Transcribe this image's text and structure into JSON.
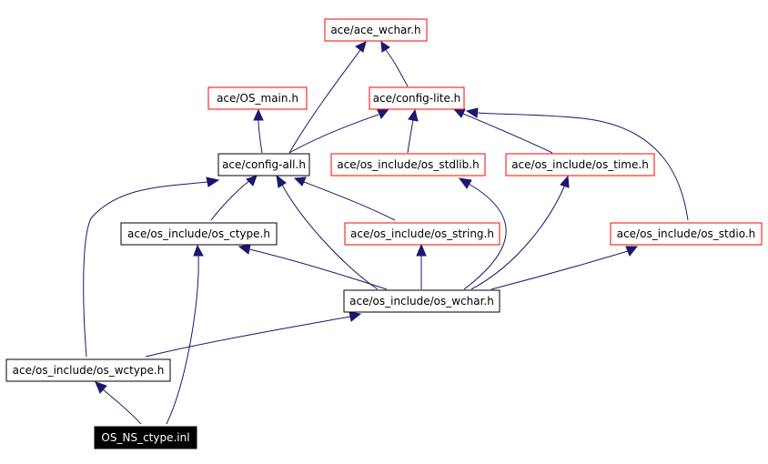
{
  "graph": {
    "nodes": {
      "ace_wchar": "ace/ace_wchar.h",
      "os_main": "ace/OS_main.h",
      "config_lite": "ace/config-lite.h",
      "config_all": "ace/config-all.h",
      "os_stdlib": "ace/os_include/os_stdlib.h",
      "os_time": "ace/os_include/os_time.h",
      "os_ctype": "ace/os_include/os_ctype.h",
      "os_string": "ace/os_include/os_string.h",
      "os_stdio": "ace/os_include/os_stdio.h",
      "os_wchar": "ace/os_include/os_wchar.h",
      "os_wctype": "ace/os_include/os_wctype.h",
      "root": "OS_NS_ctype.inl"
    },
    "colors": {
      "edge": "#191970",
      "undocumented_border": "#ff0000",
      "documented_border": "#000000",
      "root_fill": "#000000",
      "root_text": "#ffffff"
    }
  }
}
